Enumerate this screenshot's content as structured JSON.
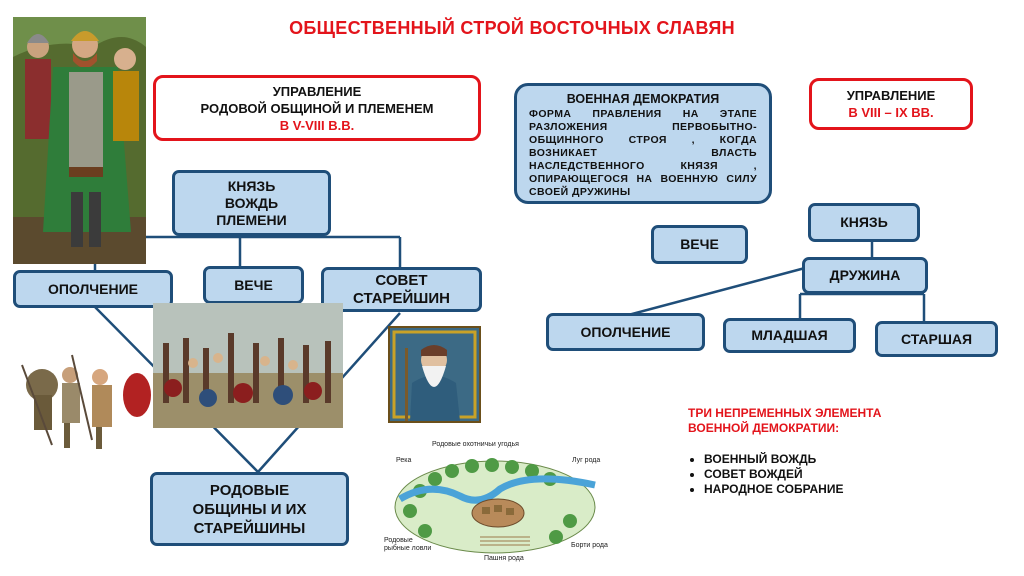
{
  "title": "ОБЩЕСТВЕННЫЙ СТРОЙ ВОСТОЧНЫХ СЛАВЯН",
  "left_panel": {
    "heading_line1": "УПРАВЛЕНИЕ",
    "heading_line2": "РОДОВОЙ ОБЩИНОЙ И ПЛЕМЕНЕМ",
    "heading_period": "В V-VIII В.В.",
    "prince": [
      "КНЯЗЬ",
      "ВОЖДЬ",
      "ПЛЕМЕНИ"
    ],
    "militia": "ОПОЛЧЕНИЕ",
    "veche": "ВЕЧЕ",
    "elders_council": [
      "СОВЕТ",
      "СТАРЕЙШИН"
    ],
    "clan_communities": [
      "РОДОВЫЕ",
      "ОБЩИНЫ И ИХ",
      "СТАРЕЙШИНЫ"
    ]
  },
  "military_democracy": {
    "heading": "ВОЕННАЯ ДЕМОКРАТИЯ",
    "definition": "ФОРМА ПРАВЛЕНИЯ НА ЭТАПЕ РАЗЛОЖЕНИЯ ПЕРВОБЫТНО-ОБЩИННОГО СТРОЯ , КОГДА ВОЗНИКАЕТ ВЛАСТЬ НАСЛЕДСТВЕННОГО КНЯЗЯ , ОПИРАЮЩЕГОСЯ НА ВОЕННУЮ СИЛУ СВОЕЙ ДРУЖИНЫ"
  },
  "right_panel": {
    "heading_line1": "УПРАВЛЕНИЕ",
    "heading_period": "В VIII – IX ВВ.",
    "veche": "ВЕЧЕ",
    "prince": "КНЯЗЬ",
    "druzhina": "ДРУЖИНА",
    "militia": "ОПОЛЧЕНИЕ",
    "junior": "МЛАДШАЯ",
    "senior": "СТАРШАЯ"
  },
  "elements": {
    "title_line1": "ТРИ НЕПРЕМЕННЫХ ЭЛЕМЕНТА",
    "title_line2": "ВОЕННОЙ ДЕМОКРАТИИ:",
    "items": [
      "ВОЕННЫЙ ВОЖДЬ",
      "СОВЕТ ВОЖДЕЙ",
      "НАРОДНОЕ СОБРАНИЕ"
    ]
  },
  "map": {
    "hunting_grounds": "Родовые охотничьи угодья",
    "river": "Река",
    "meadow": "Луг рода",
    "fishing": [
      "Родовые",
      "рыбные ловли"
    ],
    "beehives": "Борти рода",
    "plowland": "Пашня рода"
  },
  "colors": {
    "accent": "#e3141b",
    "node_fill": "#bdd7ee",
    "node_border": "#1f4e79"
  }
}
